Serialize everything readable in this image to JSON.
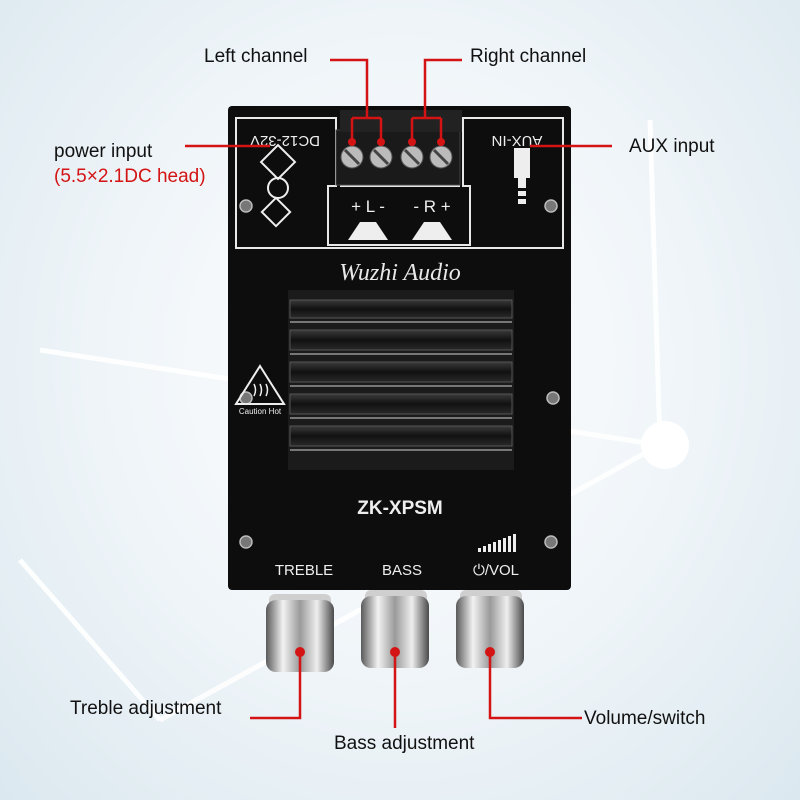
{
  "labels": {
    "left_channel": "Left channel",
    "right_channel": "Right channel",
    "power_input": "power input",
    "power_input_detail": "(5.5×2.1DC head)",
    "aux_input": "AUX input",
    "treble_adjustment": "Treble adjustment",
    "bass_adjustment": "Bass adjustment",
    "volume_switch": "Volume/switch"
  },
  "board": {
    "dc_label": "DC12-32V",
    "aux_label": "AUX-IN",
    "left_terminal_label": "+ L -",
    "right_terminal_label": "- R +",
    "brand": "Wuzhi Audio",
    "model": "ZK-XPSM",
    "caution": "Caution Hot",
    "knob_treble": "TREBLE",
    "knob_bass": "BASS",
    "knob_vol": "⏻/VOL"
  },
  "colors": {
    "accent_red": "#d41414",
    "board_black": "#0d0d0d",
    "heatsink": "#1b1b1b"
  }
}
